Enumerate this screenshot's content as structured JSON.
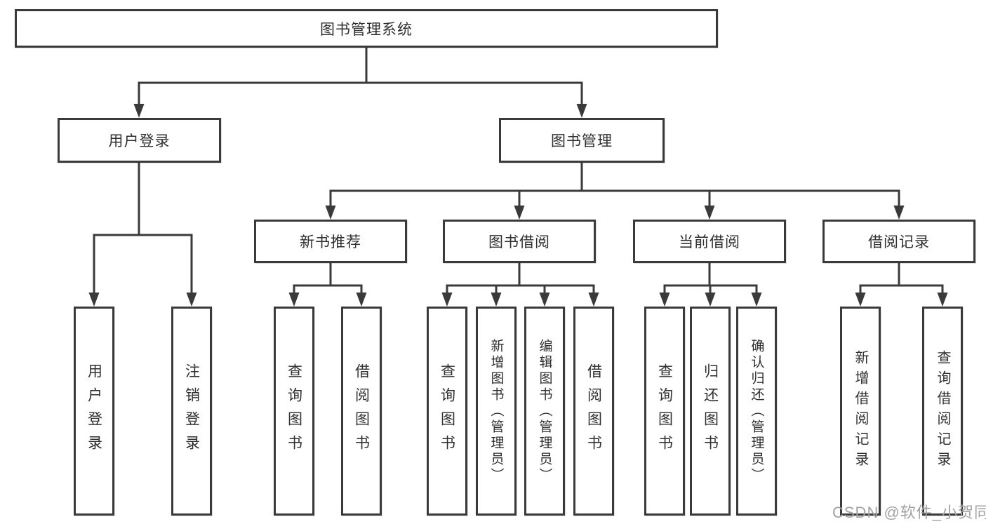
{
  "diagram": {
    "title": "图书管理系统",
    "branches": [
      {
        "label": "用户登录",
        "children": [
          "用户登录",
          "注销登录"
        ]
      },
      {
        "label": "图书管理",
        "children": [
          {
            "label": "新书推荐",
            "children": [
              "查询图书",
              "借阅图书"
            ]
          },
          {
            "label": "图书借阅",
            "children": [
              "查询图书",
              "新增图书（管理员）",
              "编辑图书（管理员）",
              "借阅图书"
            ]
          },
          {
            "label": "当前借阅",
            "children": [
              "查询图书",
              "归还图书",
              "确认归还（管理员）"
            ]
          },
          {
            "label": "借阅记录",
            "children": [
              "新增借阅记录",
              "查询借阅记录"
            ]
          }
        ]
      }
    ]
  },
  "watermark": {
    "text": "CSDN @软件_小贺同学"
  },
  "colors": {
    "line": "#3a3a3a",
    "text": "#2f2f2f",
    "background": "#ffffff",
    "watermark": "#a3a3a3"
  }
}
